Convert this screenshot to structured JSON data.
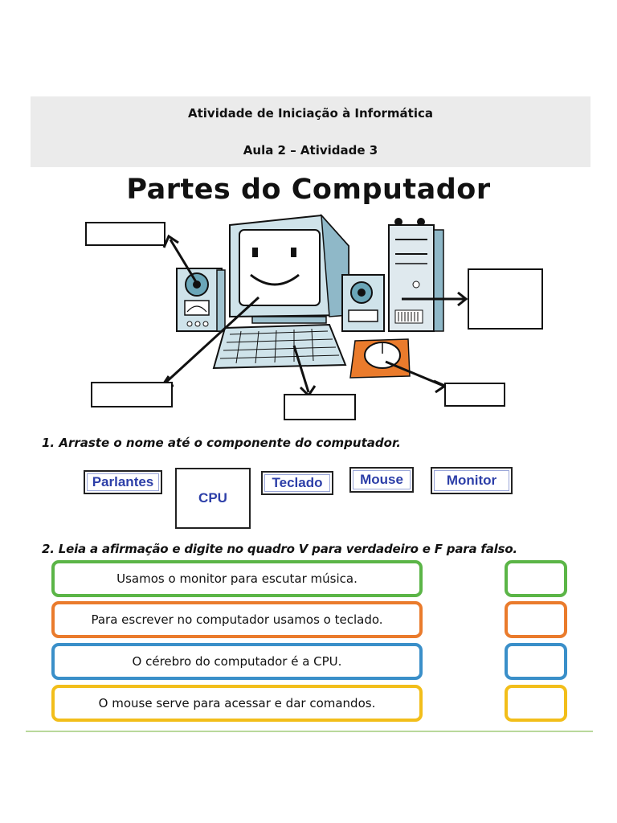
{
  "header": {
    "line1": "Atividade de Iniciação à Informática",
    "line2": "Aula 2 – Atividade 3"
  },
  "title": "Partes do Computador",
  "illustration": {
    "components": [
      "speaker-left-icon",
      "monitor-icon",
      "speaker-right-icon",
      "cpu-tower-icon",
      "keyboard-icon",
      "mouse-icon"
    ]
  },
  "question1": {
    "text": "1. Arraste o nome até o componente do computador.",
    "words": [
      "Parlantes",
      "CPU",
      "Teclado",
      "Mouse",
      "Monitor"
    ]
  },
  "question2": {
    "text": "2. Leia a afirmação e digite no quadro V para verdadeiro e F para falso.",
    "statements": [
      "Usamos o monitor para escutar música.",
      "Para escrever no computador usamos o teclado.",
      "O cérebro do computador é a CPU.",
      "O mouse serve para acessar e dar comandos."
    ]
  },
  "colors": {
    "green": "#5bb547",
    "orange": "#ea7b2c",
    "blue": "#3a8fc9",
    "yellow": "#f2be1a",
    "word_text": "#2d3fa8"
  }
}
